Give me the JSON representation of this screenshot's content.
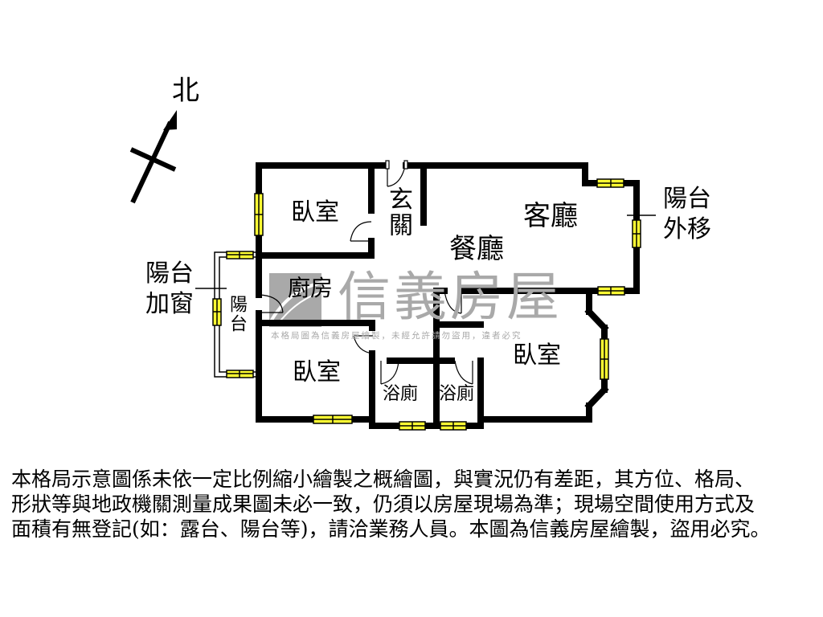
{
  "compass": {
    "label": "北",
    "icon": "north-arrow-icon"
  },
  "rooms": {
    "bedroom_nw": "臥室",
    "entrance": "玄關",
    "living_room": "客廳",
    "dining_room": "餐廳",
    "kitchen": "廚房",
    "balcony": "陽台",
    "bedroom_sw": "臥室",
    "bathroom_1": "浴廁",
    "bathroom_2": "浴廁",
    "bedroom_e": "臥室"
  },
  "annotations": {
    "balcony_window_line1": "陽台",
    "balcony_window_line2": "加窗",
    "balcony_moved_line1": "陽台",
    "balcony_moved_line2": "外移"
  },
  "watermark": {
    "brand": "信義房屋",
    "notice": "本格局圖為信義房屋繪製，未經允許請勿盜用，違者必究"
  },
  "disclaimer": {
    "lines": [
      "本格局示意圖係未依一定比例縮小繪製之概繪圖，與實況仍有差距，其方位、格局、",
      "形狀等與地政機關測量成果圖未必一致，仍須以房屋現場為準；現場空間使用方式及",
      "面積有無登記(如：露台、陽台等)，請洽業務人員。本圖為信義房屋繪製，盜用必究。"
    ]
  },
  "colors": {
    "wall": "#000000",
    "window_fill": "#ffff33",
    "watermark": "#a9a9a9",
    "background": "#ffffff"
  }
}
